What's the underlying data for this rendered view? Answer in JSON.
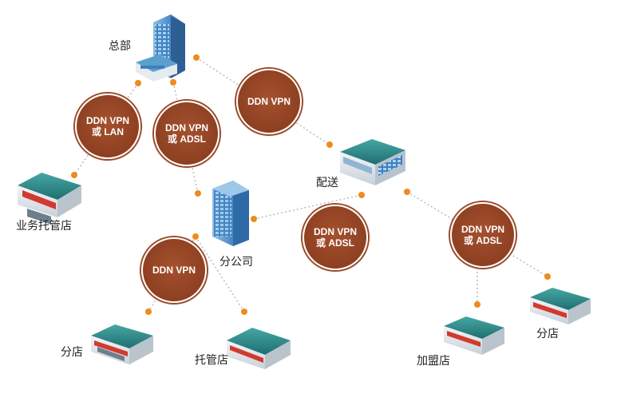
{
  "nodes": {
    "hq": "总部",
    "business_store": "业务托管店",
    "branch_company": "分公司",
    "distribution": "配送",
    "branch_store_left": "分店",
    "managed_store": "托管店",
    "franchise_store": "加盟店",
    "branch_store_right": "分店"
  },
  "connections": {
    "c1": {
      "line1": "DDN VPN",
      "line2": "或 LAN"
    },
    "c2": {
      "line1": "DDN VPN",
      "line2": "或 ADSL"
    },
    "c3": {
      "line1": "DDN VPN",
      "line2": ""
    },
    "c4": {
      "line1": "DDN VPN",
      "line2": "或 ADSL"
    },
    "c5": {
      "line1": "DDN VPN",
      "line2": "或 ADSL"
    },
    "c6": {
      "line1": "DDN VPN",
      "line2": ""
    }
  },
  "colors": {
    "circle": "#8e4021",
    "dot": "#f08a1d",
    "line": "#b9b9b9",
    "roof": "#2f8c8c",
    "building_blue": "#3a7ab8"
  }
}
